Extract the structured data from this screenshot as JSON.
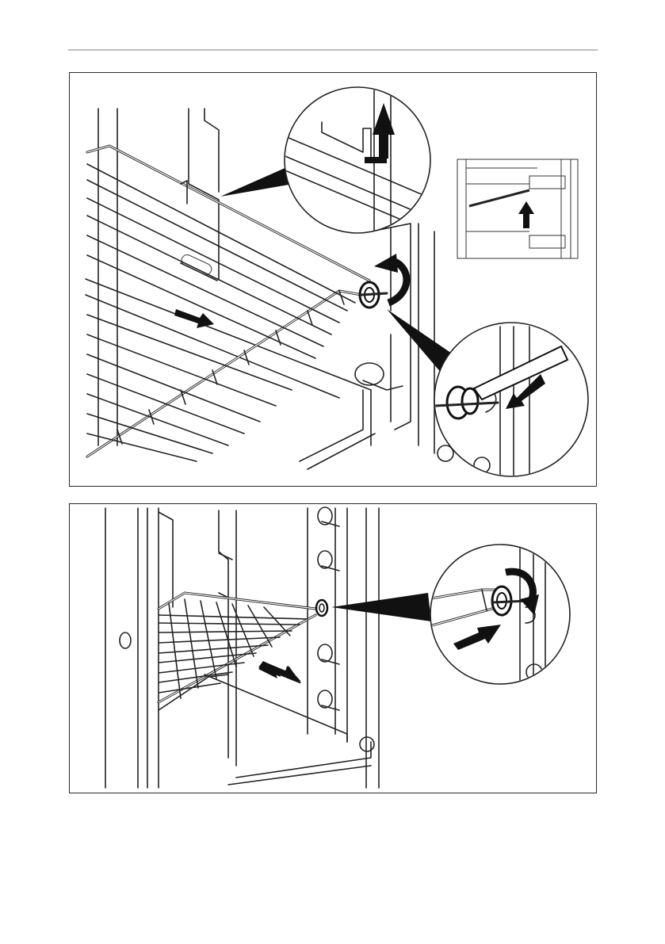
{
  "page": {
    "background": "#ffffff",
    "rule_color": "#bdbdbd",
    "line_color": "#222222"
  },
  "figures": [
    {
      "id": "remove-shelf",
      "icons": [
        "wire-shelf",
        "shelf-retaining-nut",
        "rotate-counterclockwise-icon",
        "pull-out-arrow-icon",
        "lift-up-arrow-icon",
        "screwdriver"
      ]
    },
    {
      "id": "insert-shelf",
      "icons": [
        "wire-shelf",
        "shelf-retaining-nut",
        "rotate-clockwise-icon",
        "push-in-arrow-icon"
      ]
    }
  ]
}
